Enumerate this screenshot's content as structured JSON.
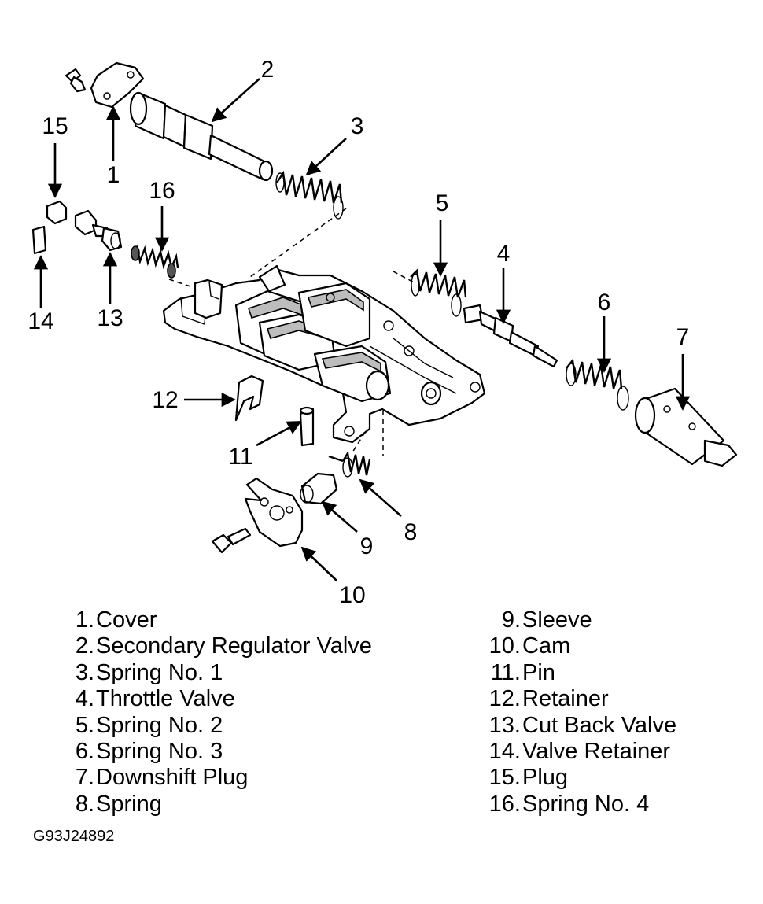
{
  "callouts": {
    "c1": "1",
    "c2": "2",
    "c3": "3",
    "c4": "4",
    "c5": "5",
    "c6": "6",
    "c7": "7",
    "c8": "8",
    "c9": "9",
    "c10": "10",
    "c11": "11",
    "c12": "12",
    "c13": "13",
    "c14": "14",
    "c15": "15",
    "c16": "16"
  },
  "legend": {
    "left": [
      {
        "num": "1.",
        "label": "Cover"
      },
      {
        "num": "2.",
        "label": "Secondary Regulator Valve"
      },
      {
        "num": "3.",
        "label": "Spring No. 1"
      },
      {
        "num": "4.",
        "label": "Throttle Valve"
      },
      {
        "num": "5.",
        "label": "Spring No. 2"
      },
      {
        "num": "6.",
        "label": "Spring No. 3"
      },
      {
        "num": "7.",
        "label": "Downshift Plug"
      },
      {
        "num": "8.",
        "label": "Spring"
      }
    ],
    "right": [
      {
        "num": "9.",
        "label": "Sleeve"
      },
      {
        "num": "10.",
        "label": "Cam"
      },
      {
        "num": "11.",
        "label": "Pin"
      },
      {
        "num": "12.",
        "label": "Retainer"
      },
      {
        "num": "13.",
        "label": "Cut Back Valve"
      },
      {
        "num": "14.",
        "label": "Valve Retainer"
      },
      {
        "num": "15.",
        "label": "Plug"
      },
      {
        "num": "16.",
        "label": "Spring No. 4"
      }
    ]
  },
  "figure_code": "G93J24892"
}
